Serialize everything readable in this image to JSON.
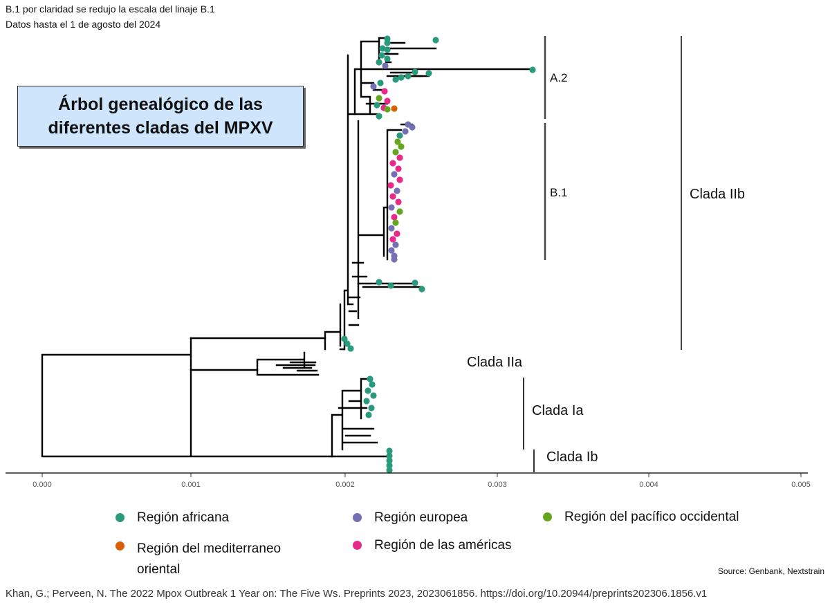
{
  "notes": {
    "line1": "B.1 por claridad se redujo la escala del linaje B.1",
    "line2": "Datos hasta el 1 de agosto del 2024"
  },
  "title": {
    "line1": "Árbol genealógico de las",
    "line2": "diferentes cladas del MPXV"
  },
  "clades": {
    "a2": "A.2",
    "b1": "B.1",
    "iib": "Clada IIb",
    "iia": "Clada IIa",
    "ia": "Clada Ia",
    "ib": "Clada Ib"
  },
  "axis": {
    "ticks": [
      "0.000",
      "0.001",
      "0.002",
      "0.003",
      "0.004",
      "0.005"
    ]
  },
  "legend": {
    "items": [
      {
        "label": "Región africana",
        "color": "#2a9a7c"
      },
      {
        "label": "Región europea",
        "color": "#7570b3"
      },
      {
        "label": "Región del pacífico occidental",
        "color": "#66a61e"
      },
      {
        "label": "Región del mediterraneo oriental",
        "color": "#d95f02"
      },
      {
        "label": "Región de las américas",
        "color": "#e7298a"
      }
    ]
  },
  "source": "Source: Genbank, Nextstrain",
  "citation": "Khan, G.; Perveen, N. The 2022 Mpox Outbreak 1 Year on: The Five Ws. Preprints 2023, 2023061856. https://doi.org/10.20944/preprints202306.1856.v1"
}
